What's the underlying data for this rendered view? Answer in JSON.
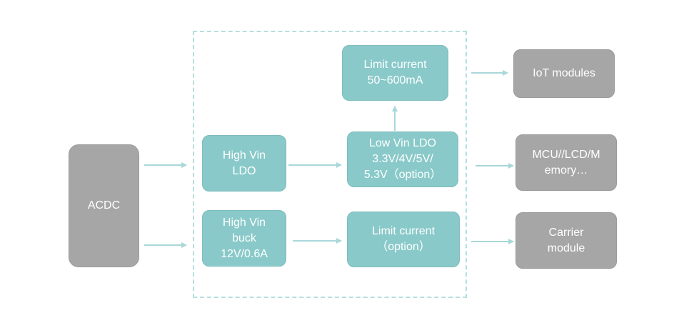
{
  "source": {
    "acdc": "ACDC"
  },
  "blocks": {
    "high_vin_ldo": "High Vin\nLDO",
    "high_vin_buck": "High Vin\nbuck\n12V/0.6A",
    "limit_current_top": "Limit current\n50~600mA",
    "low_vin_ldo": "Low Vin LDO\n3.3V/4V/5V/\n5.3V（option）",
    "limit_current_option": "Limit current\n（option）"
  },
  "loads": {
    "iot_modules": "IoT modules",
    "mcu_lcd_memory": "MCU//LCD/M\nemory…",
    "carrier_module": "Carrier\nmodule"
  },
  "colors": {
    "block_fill": "#89c9c9",
    "load_fill": "#a6a6a6",
    "arrow": "#a9d8d9",
    "frame": "#b6dfe0"
  }
}
